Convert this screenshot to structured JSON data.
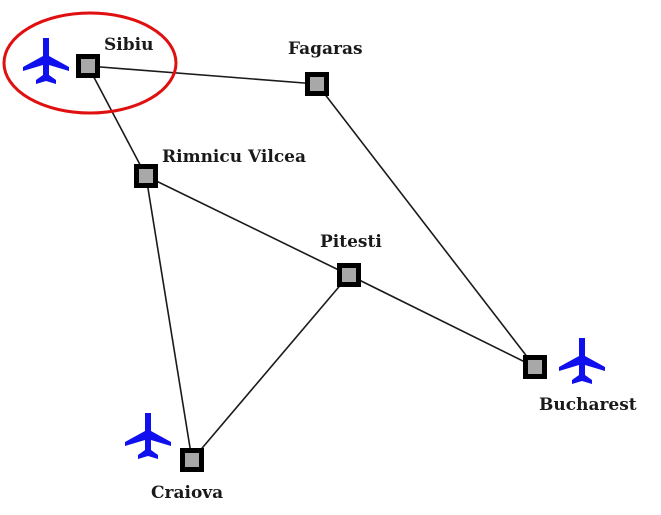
{
  "map": {
    "cities": [
      {
        "id": "sibiu",
        "name": "Sibiu",
        "airport": true,
        "highlighted": true
      },
      {
        "id": "fagaras",
        "name": "Fagaras",
        "airport": false,
        "highlighted": false
      },
      {
        "id": "rimnicu-vilcea",
        "name": "Rimnicu Vilcea",
        "airport": false,
        "highlighted": false
      },
      {
        "id": "pitesti",
        "name": "Pitesti",
        "airport": false,
        "highlighted": false
      },
      {
        "id": "bucharest",
        "name": "Bucharest",
        "airport": true,
        "highlighted": false
      },
      {
        "id": "craiova",
        "name": "Craiova",
        "airport": true,
        "highlighted": false
      }
    ],
    "roads": [
      [
        "sibiu",
        "fagaras"
      ],
      [
        "sibiu",
        "rimnicu-vilcea"
      ],
      [
        "fagaras",
        "bucharest"
      ],
      [
        "rimnicu-vilcea",
        "pitesti"
      ],
      [
        "rimnicu-vilcea",
        "craiova"
      ],
      [
        "pitesti",
        "bucharest"
      ],
      [
        "pitesti",
        "craiova"
      ]
    ],
    "colors": {
      "airport_icon": "#1010ee",
      "highlight_ring": "#e01010",
      "node_fill": "#a8a8a8",
      "node_border": "#000000"
    },
    "icons": {
      "airport": "airplane-icon"
    }
  }
}
